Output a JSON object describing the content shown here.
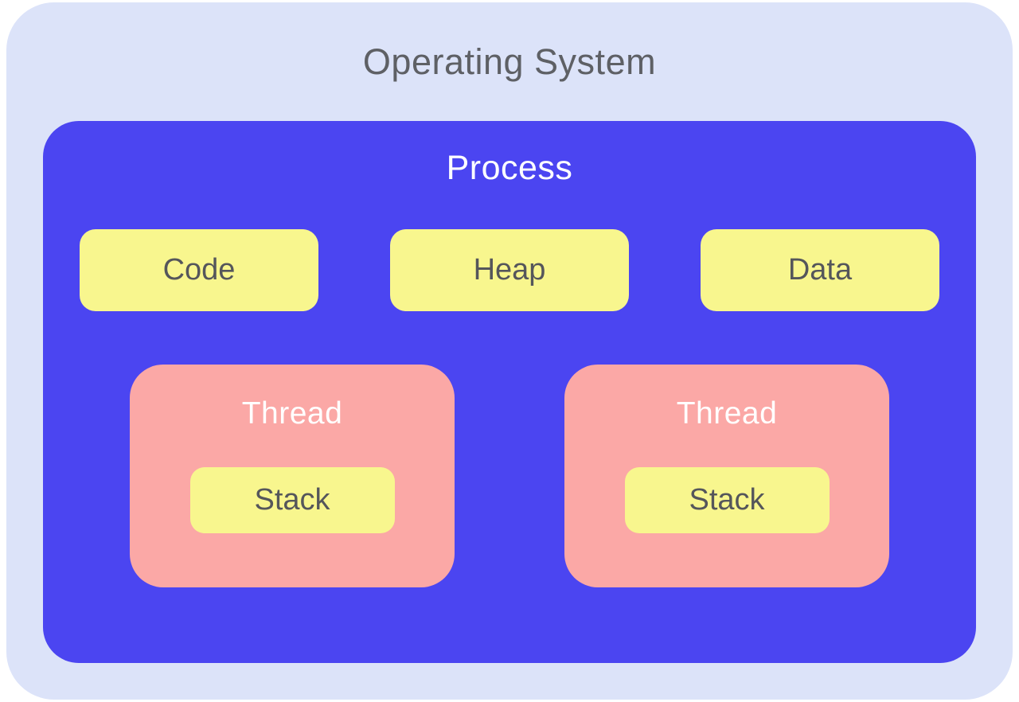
{
  "diagram": {
    "title": "Operating System",
    "process": {
      "title": "Process",
      "segments": [
        {
          "label": "Code"
        },
        {
          "label": "Heap"
        },
        {
          "label": "Data"
        }
      ],
      "threads": [
        {
          "title": "Thread",
          "stack_label": "Stack"
        },
        {
          "title": "Thread",
          "stack_label": "Stack"
        }
      ]
    },
    "colors": {
      "page_background": "#ffffff",
      "os_background": "#dce3f9",
      "process_background": "#4b45f1",
      "thread_background": "#fba8a6",
      "segment_background": "#f8f68e",
      "dark_text": "#55565b",
      "title_text": "#5e6065",
      "light_text": "#ffffff"
    }
  }
}
